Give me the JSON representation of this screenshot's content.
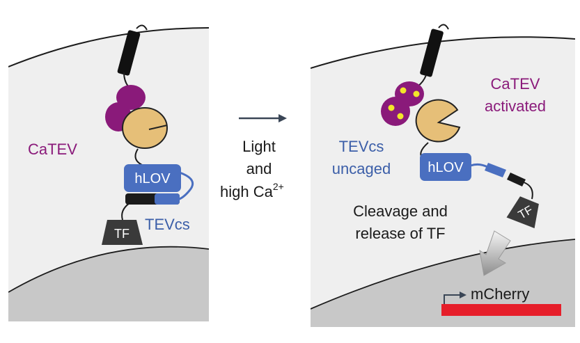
{
  "colors": {
    "cell_bg": "#efefef",
    "nucleus": "#c8c8c8",
    "membrane": "#1c1c1c",
    "purple": "#8a1a7a",
    "blue_label": "#3b5ea8",
    "hlov_box": "#4a6fc0",
    "tan": "#e6bf78",
    "yellow": "#f2e62a",
    "tf_box": "#3a3a3a",
    "reporter_red": "#e61e2a",
    "arrow": "#3a4656"
  },
  "left_panel": {
    "catev_label": "CaTEV",
    "hlov_label": "hLOV",
    "tevcs_label": "TEVcs",
    "tf_label": "TF"
  },
  "middle": {
    "line1": "Light",
    "line2": "and",
    "line3_text": "high Ca",
    "line3_sup": "2+"
  },
  "right_panel": {
    "activated_line1": "CaTEV",
    "activated_line2": "activated",
    "uncaged_line1": "TEVcs",
    "uncaged_line2": "uncaged",
    "hlov_label": "hLOV",
    "tf_label": "TF",
    "cleavage_line1": "Cleavage and",
    "cleavage_line2": "release of TF",
    "reporter_label": "mCherry"
  }
}
